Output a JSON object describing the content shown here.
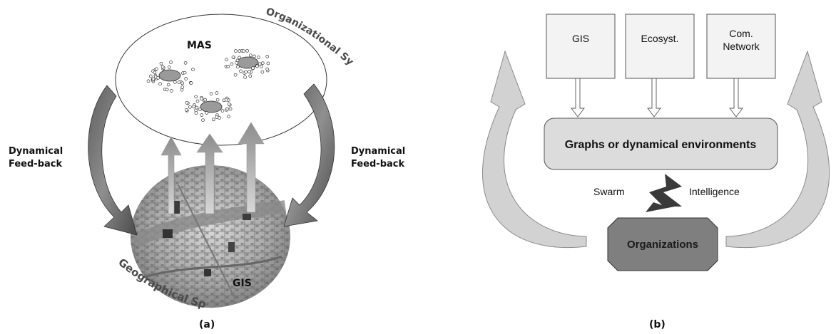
{
  "panel_a": {
    "mas": "MAS",
    "org_systems": "Organizational Systems",
    "feedback_left_1": "Dynamical",
    "feedback_left_2": "Feed-back",
    "feedback_right_1": "Dynamical",
    "feedback_right_2": "Feed-back",
    "geo_space": "Geographical Space",
    "gis": "GIS",
    "caption": "(a)"
  },
  "panel_b": {
    "box_gis": "GIS",
    "box_ecosyst": "Ecosyst.",
    "box_com_1": "Com.",
    "box_com_2": "Network",
    "graphs": "Graphs or dynamical environments",
    "swarm": "Swarm",
    "intelligence": "Intelligence",
    "organizations": "Organizations",
    "caption": "(b)"
  }
}
